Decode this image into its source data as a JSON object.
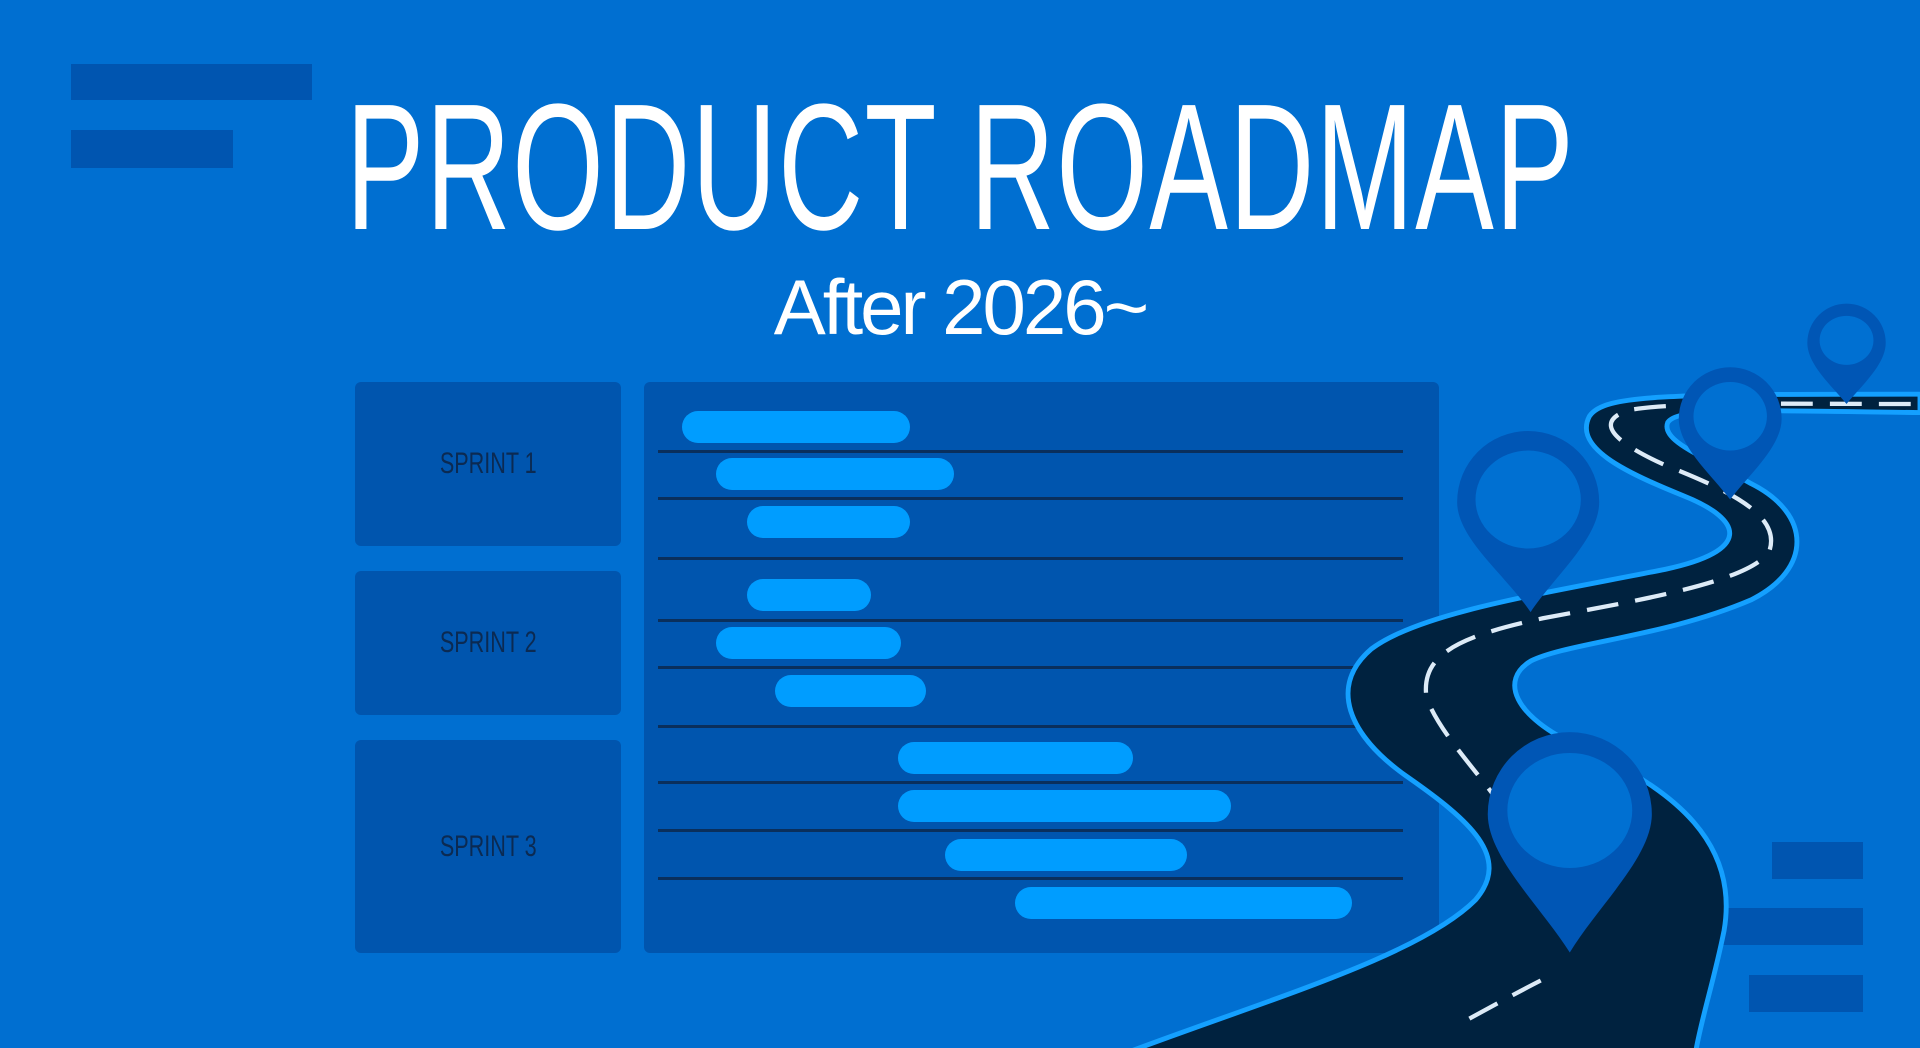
{
  "header": {
    "title": "PRODUCT ROADMAP",
    "subtitle": "After 2026~"
  },
  "sprints": [
    {
      "label": "SPRINT 1",
      "tasks": 3
    },
    {
      "label": "SPRINT 2",
      "tasks": 3
    },
    {
      "label": "SPRINT 3",
      "tasks": 4
    }
  ],
  "colors": {
    "background": "#006FD1",
    "panel": "#0055AE",
    "task_bar": "#009DFF",
    "road": "#00223F",
    "road_edge": "#14A0FF",
    "pin": "#0057B5"
  },
  "icons": [
    "location-pin-icon",
    "road-illustration"
  ]
}
